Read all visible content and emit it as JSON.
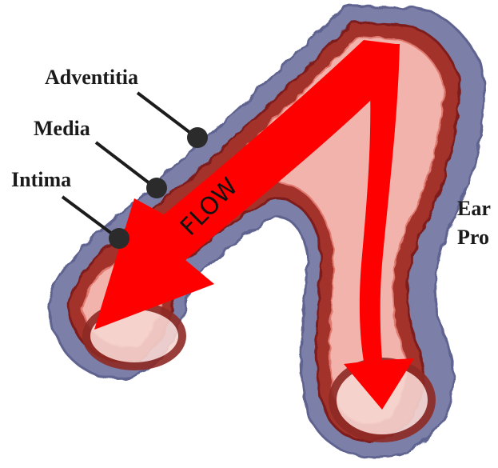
{
  "diagram": {
    "labels": {
      "adventitia": "Adventitia",
      "media": "Media",
      "intima": "Intima",
      "side_line_1": "Ear",
      "side_line_2": "Pro"
    },
    "flow_label": "FLOW",
    "colors": {
      "adventitia": "#7b7fa8",
      "media": "#a3302b",
      "intima": "#f2b3ac",
      "lumen_arrow": "#ff0000",
      "pointer": "#1c1c1c",
      "text": "#1a1a1a"
    }
  }
}
